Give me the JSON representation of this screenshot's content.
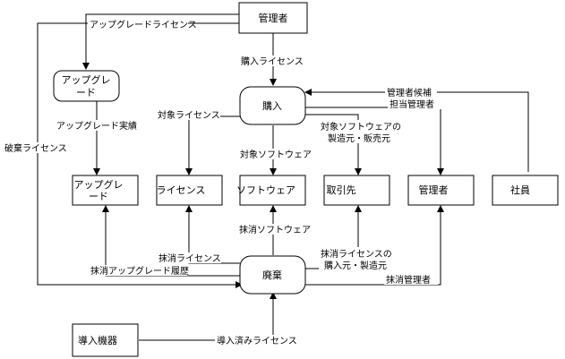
{
  "nodes": {
    "manager_top": "管理者",
    "upgrade_process": [
      "アップグレ",
      "ード"
    ],
    "purchase": "購入",
    "upgrade_store": [
      "アップグレ",
      "ード"
    ],
    "license_store": "ライセンス",
    "software_store": "ソフトウェア",
    "supplier_store": "取引先",
    "manager_store": "管理者",
    "employee": "社員",
    "disposal": "廃棄",
    "installed_device": "導入機器"
  },
  "flows": {
    "upgrade_license": "アップグレードライセンス",
    "purchase_license": "購入ライセンス",
    "upgrade_record": "アップグレード実績",
    "target_license": "対象ライセンス",
    "target_software": "対象ソフトウェア",
    "target_maker": [
      "対象ソフトウェアの",
      "製造元・販売元"
    ],
    "manager_candidate": "管理者候補",
    "responsible_manager": "担当管理者",
    "discard_license": "破棄ライセンス",
    "erase_software": "抹消ソフトウェア",
    "erase_license": "抹消ライセンス",
    "erase_upgrade_history": "抹消アップグレード履歴",
    "erase_maker": [
      "抹消ライセンスの",
      "購入元・製造元"
    ],
    "erase_manager": "抹消管理者",
    "installed_license": "導入済みライセンス"
  }
}
